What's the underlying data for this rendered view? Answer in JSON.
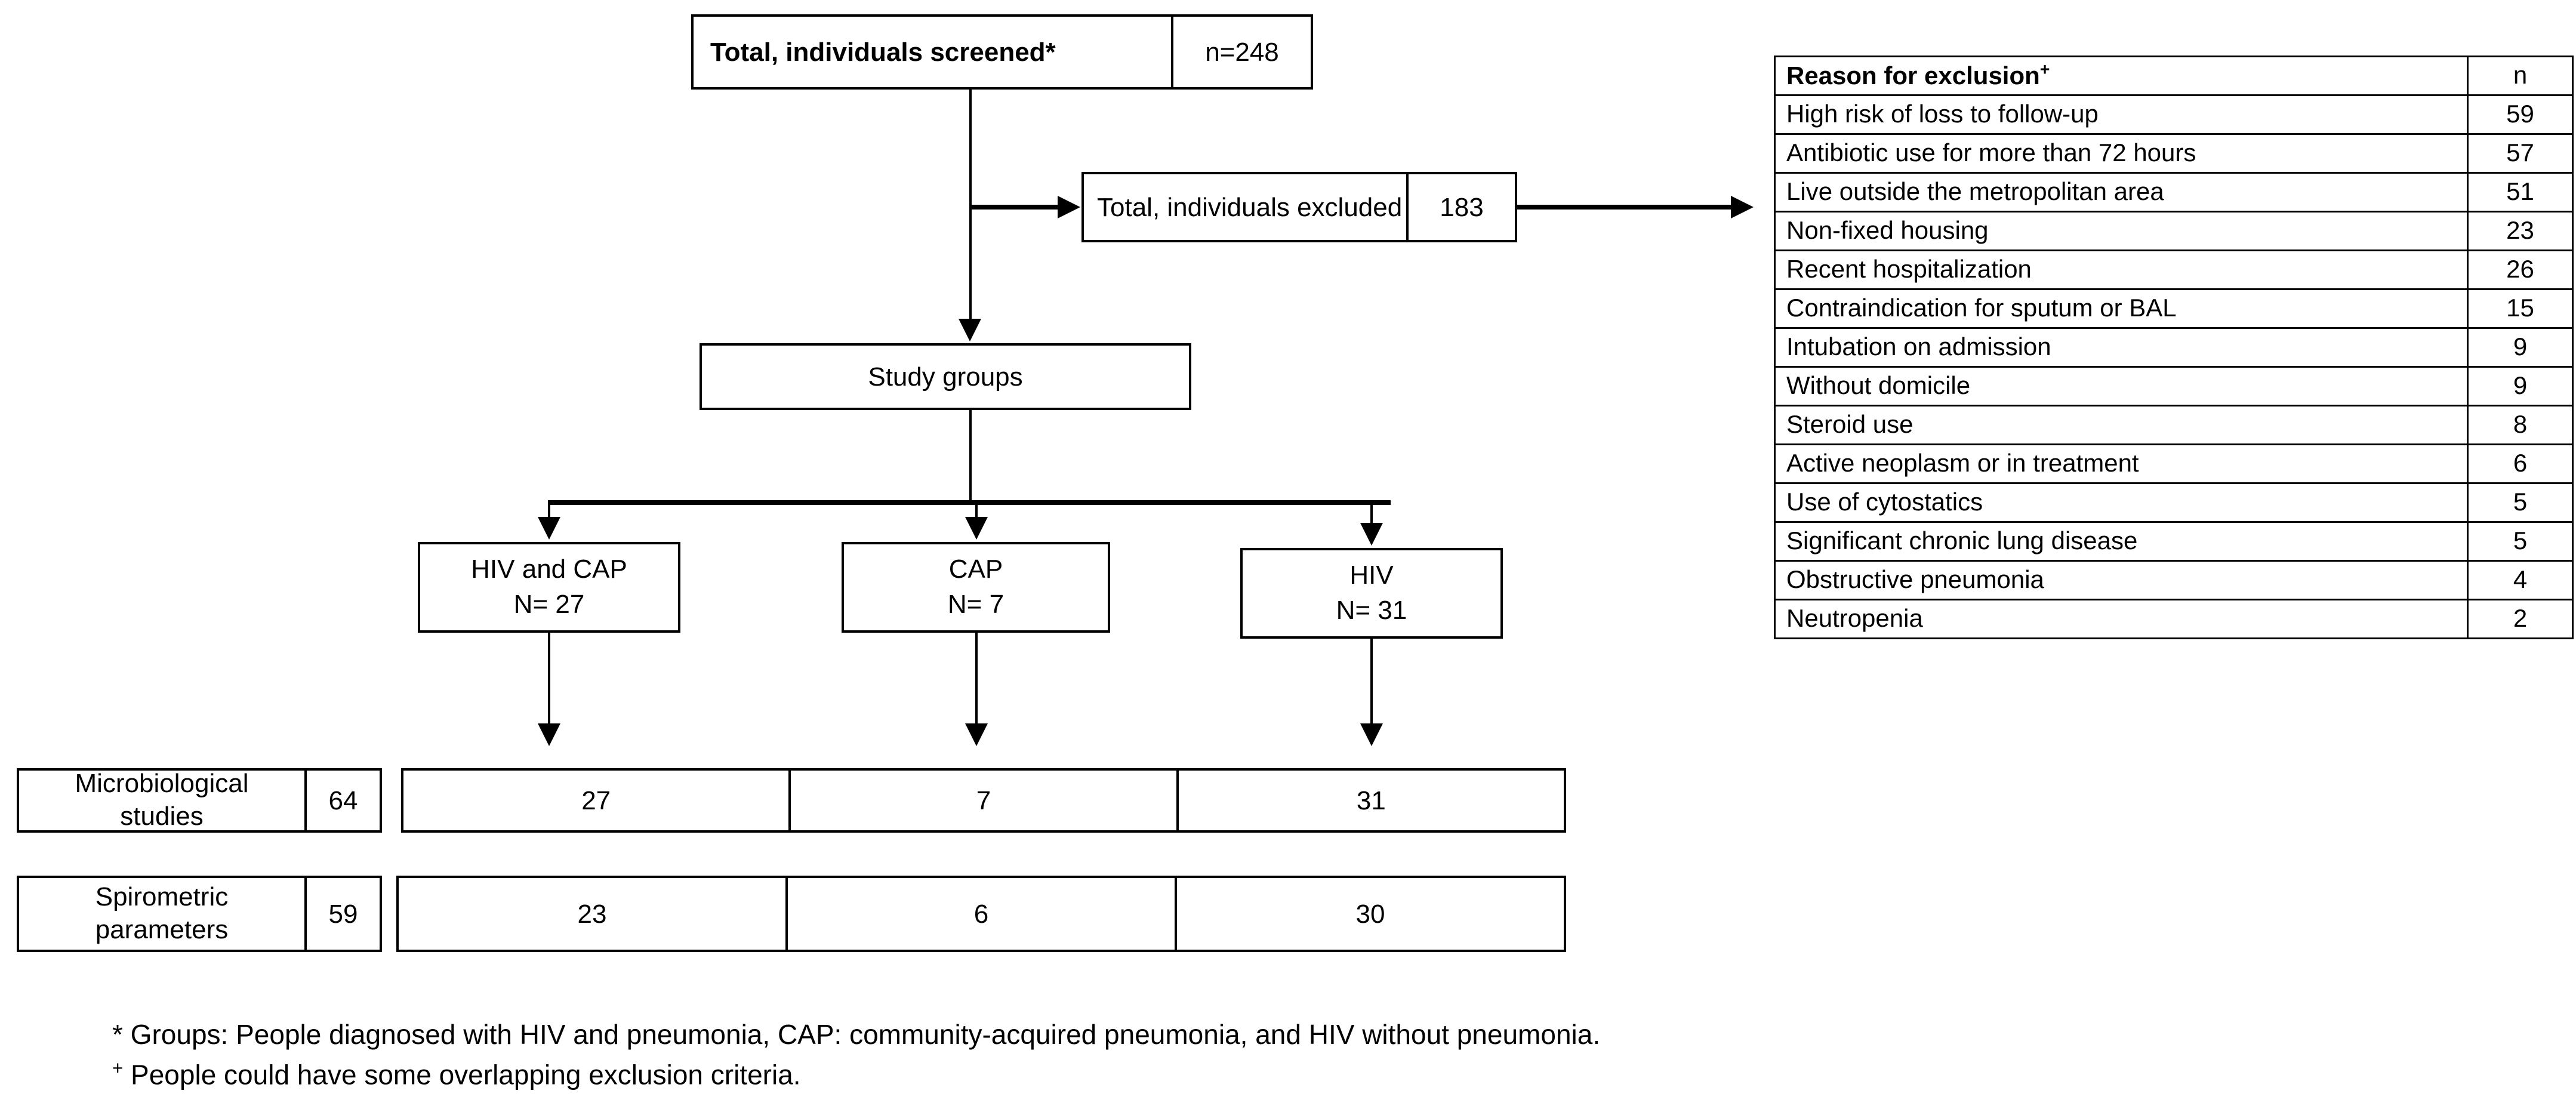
{
  "flow": {
    "screened": {
      "label": "Total, individuals screened*",
      "value": "n=248"
    },
    "excluded": {
      "label": "Total, individuals excluded",
      "value": "183"
    },
    "study_groups": {
      "label": "Study groups"
    },
    "groups": [
      {
        "name": "HIV and CAP",
        "n": "N= 27"
      },
      {
        "name": "CAP",
        "n": "N= 7"
      },
      {
        "name": "HIV",
        "n": "N= 31"
      }
    ],
    "outcome_rows": [
      {
        "label_line1": "Microbiological",
        "label_line2": "studies",
        "total": "64",
        "values": [
          "27",
          "7",
          "31"
        ]
      },
      {
        "label_line1": "Spirometric",
        "label_line2": "parameters",
        "total": "59",
        "values": [
          "23",
          "6",
          "30"
        ]
      }
    ]
  },
  "exclusion_table": {
    "headers": {
      "reason": "Reason for exclusion",
      "reason_marker": "+",
      "count": "n"
    },
    "rows": [
      {
        "reason": "High risk of loss to follow-up",
        "n": "59"
      },
      {
        "reason": "Antibiotic use for more than 72 hours",
        "n": "57"
      },
      {
        "reason": "Live outside the metropolitan area",
        "n": "51"
      },
      {
        "reason": "Non-fixed housing",
        "n": "23"
      },
      {
        "reason": "Recent hospitalization",
        "n": "26"
      },
      {
        "reason": "Contraindication for sputum or BAL",
        "n": "15"
      },
      {
        "reason": "Intubation on admission",
        "n": "9"
      },
      {
        "reason": "Without domicile",
        "n": "9"
      },
      {
        "reason": "Steroid use",
        "n": "8"
      },
      {
        "reason": "Active neoplasm or in treatment",
        "n": "6"
      },
      {
        "reason": "Use of cytostatics",
        "n": "5"
      },
      {
        "reason": "Significant chronic lung disease",
        "n": "5"
      },
      {
        "reason": "Obstructive pneumonia",
        "n": "4"
      },
      {
        "reason": "Neutropenia",
        "n": "2"
      }
    ]
  },
  "footnotes": {
    "star_marker": "*",
    "star_text": " Groups: People diagnosed with HIV and pneumonia, CAP: community-acquired pneumonia, and HIV without pneumonia.",
    "dagger_marker": "+",
    "dagger_text": " People could have some overlapping exclusion criteria."
  },
  "colors": {
    "line": "#000000",
    "background": "#ffffff"
  }
}
